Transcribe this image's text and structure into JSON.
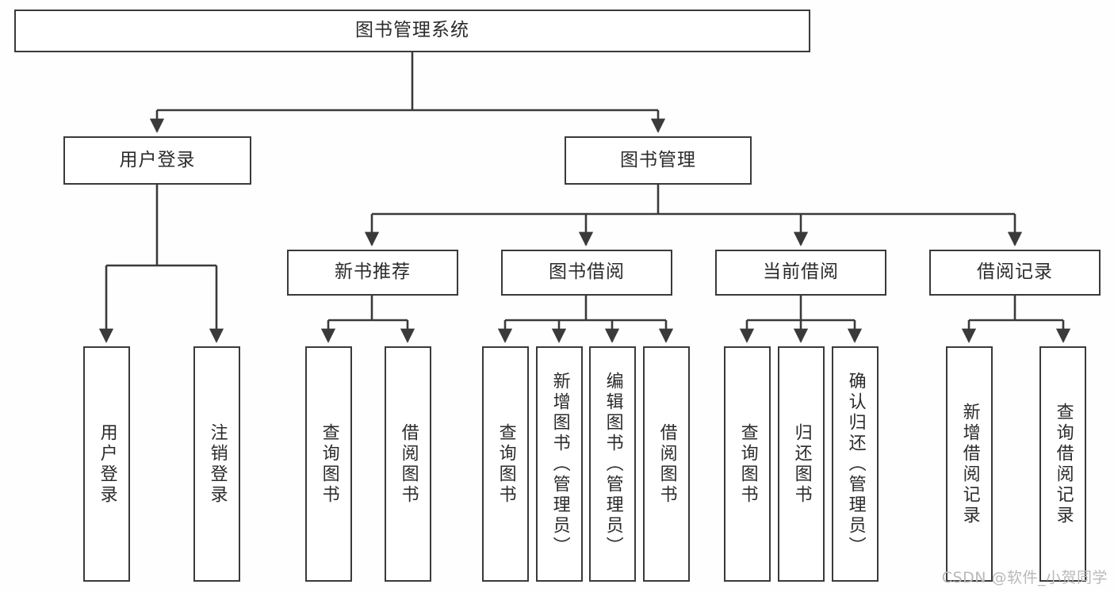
{
  "diagram": {
    "title": "图书管理系统",
    "type": "tree",
    "watermark": "CSDN @软件_小贺同学",
    "colors": {
      "box_border": "#3a3a3a",
      "box_fill": "#ffffff",
      "connector": "#3a3a3a",
      "text": "#2b2b2b",
      "background": "#fefefe",
      "watermark": "#b9b9b9"
    },
    "levels": {
      "root": "图书管理系统",
      "level2": [
        "用户登录",
        "图书管理"
      ],
      "level3": [
        "新书推荐",
        "图书借阅",
        "当前借阅",
        "借阅记录"
      ],
      "leaves": [
        "用户登录",
        "注销登录",
        "查询图书",
        "借阅图书",
        "查询图书",
        "新增图书（管理员）",
        "编辑图书（管理员）",
        "借阅图书",
        "查询图书",
        "归还图书",
        "确认归还（管理员）",
        "新增借阅记录",
        "查询借阅记录"
      ]
    },
    "nodes": {
      "root": {
        "label": "图书管理系统"
      },
      "user_login": {
        "label": "用户登录"
      },
      "book_manage": {
        "label": "图书管理"
      },
      "new_book_rec": {
        "label": "新书推荐"
      },
      "book_borrow": {
        "label": "图书借阅"
      },
      "current_borrow": {
        "label": "当前借阅"
      },
      "borrow_record": {
        "label": "借阅记录"
      },
      "leaf_user_login": {
        "label": "用户登录"
      },
      "leaf_logout": {
        "label": "注销登录"
      },
      "leaf_query_book_1": {
        "label": "查询图书"
      },
      "leaf_borrow_book_1": {
        "label": "借阅图书"
      },
      "leaf_query_book_2": {
        "label": "查询图书"
      },
      "leaf_add_book_admin": {
        "label": "新增图书（管理员）"
      },
      "leaf_edit_book_admin": {
        "label": "编辑图书（管理员）"
      },
      "leaf_borrow_book_2": {
        "label": "借阅图书"
      },
      "leaf_query_book_3": {
        "label": "查询图书"
      },
      "leaf_return_book": {
        "label": "归还图书"
      },
      "leaf_confirm_return_admin": {
        "label": "确认归还（管理员）"
      },
      "leaf_add_record": {
        "label": "新增借阅记录"
      },
      "leaf_query_record": {
        "label": "查询借阅记录"
      }
    }
  }
}
